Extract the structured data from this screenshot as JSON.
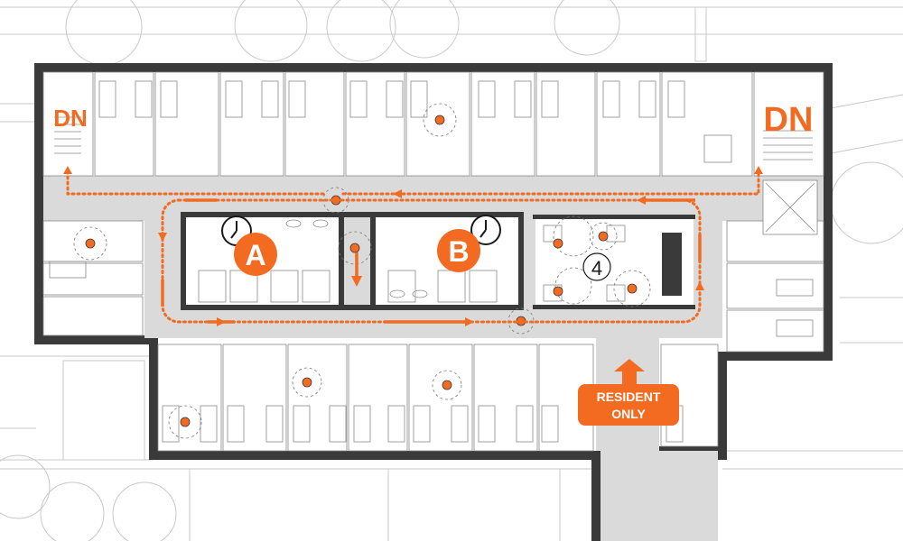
{
  "labels": {
    "stair_left": "DN",
    "stair_right": "DN",
    "zone_a": "A",
    "zone_b": "B",
    "room_number": "4",
    "entrance_line1": "RESIDENT",
    "entrance_line2": "ONLY"
  },
  "colors": {
    "accent": "#f26b21",
    "wall": "#3a3a3a",
    "corridor": "#dadada",
    "site_lines": "#c9c9c9"
  },
  "icons": [
    "clock-icon",
    "wheelchair-icon",
    "up-arrow-icon"
  ]
}
